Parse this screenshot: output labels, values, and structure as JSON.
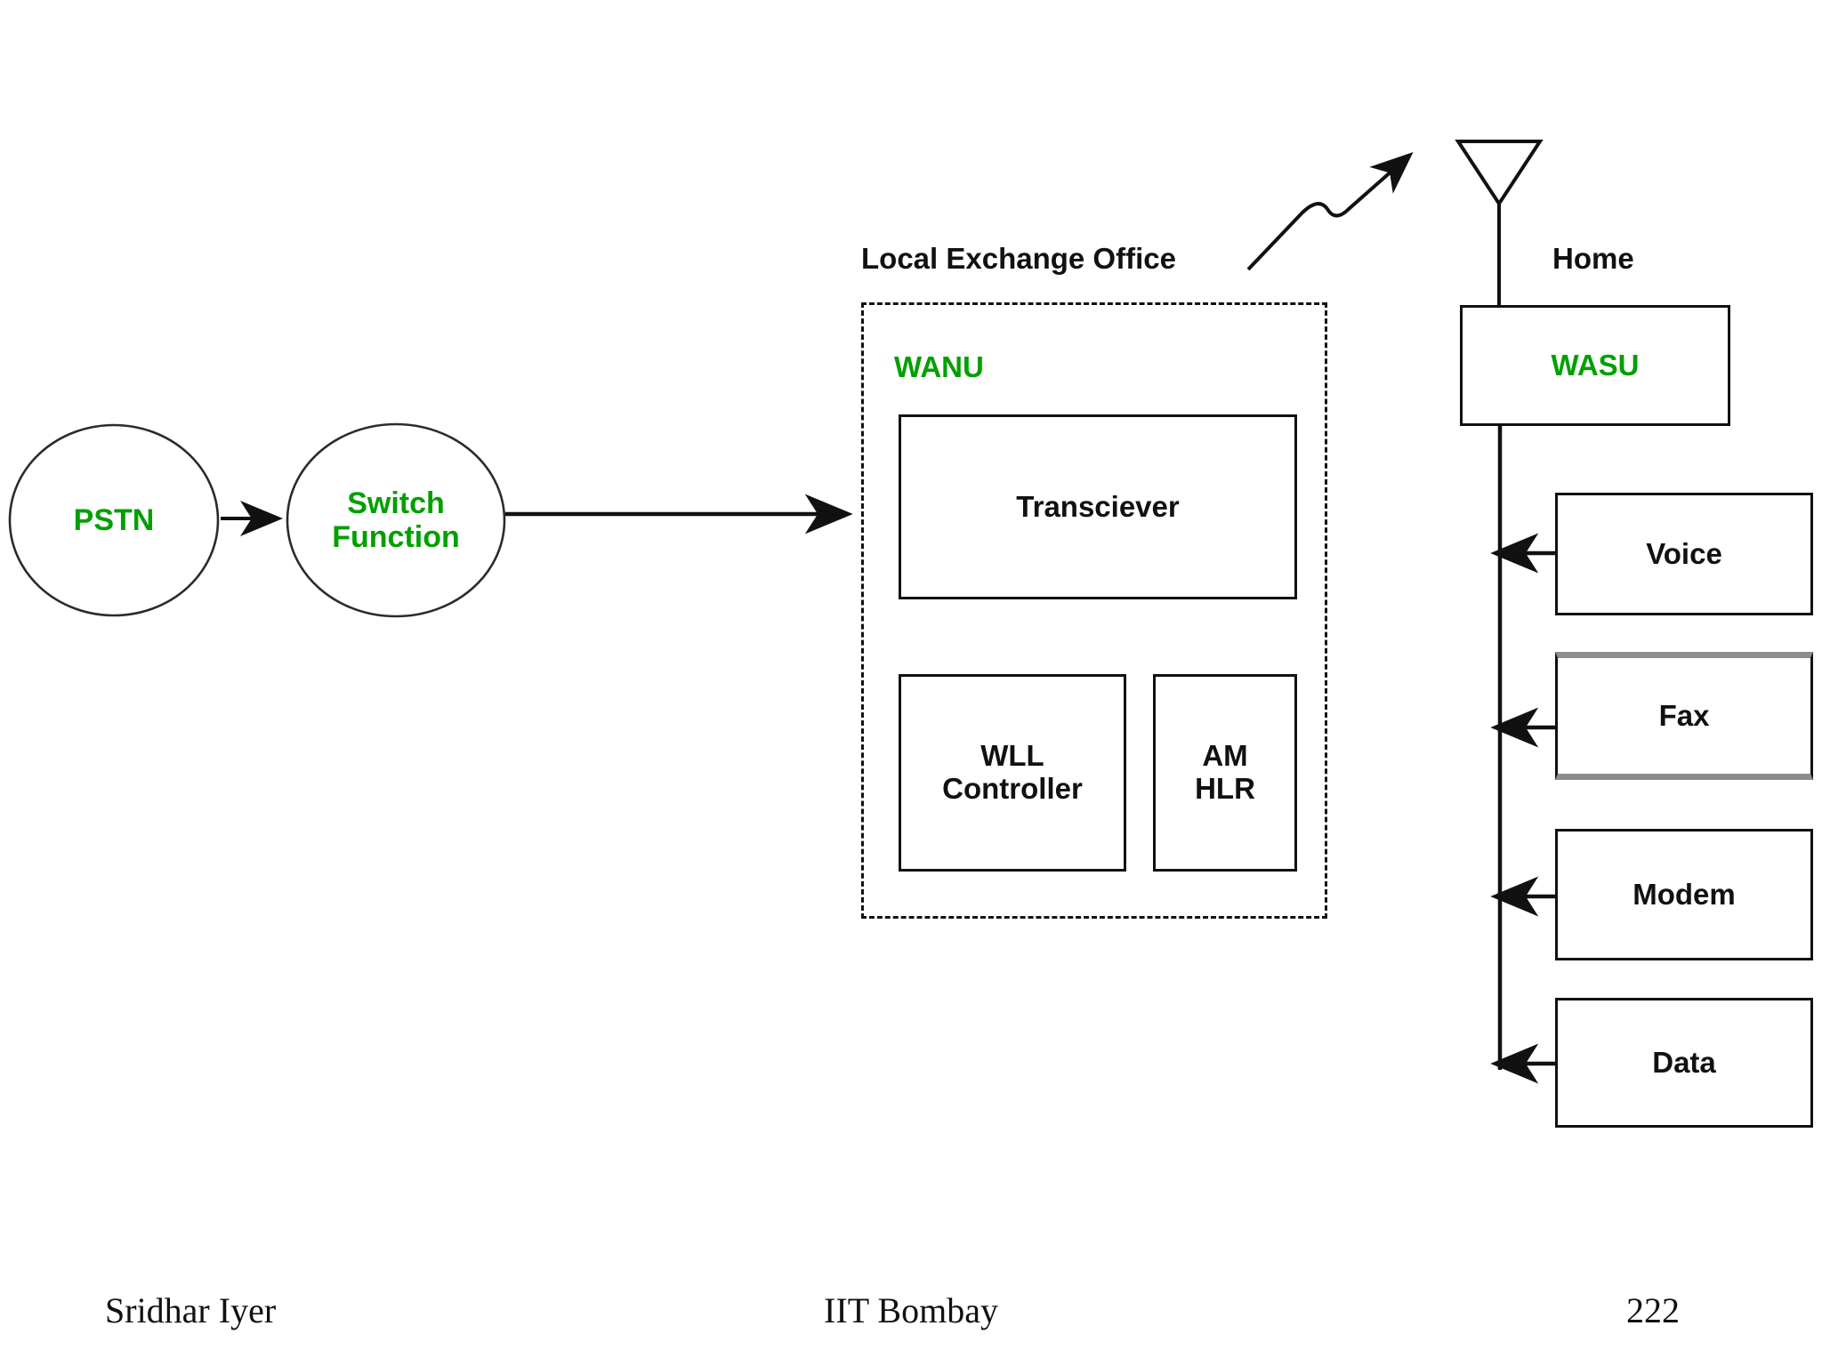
{
  "diagram": {
    "title_labels": {
      "local_exchange_office": "Local Exchange Office",
      "home": "Home"
    },
    "nodes": {
      "pstn": "PSTN",
      "switch_function": "Switch\nFunction",
      "wanu": "WANU",
      "transciever": "Transciever",
      "wll_controller": "WLL\nController",
      "am_hlr": "AM\nHLR",
      "wasu": "WASU",
      "voice": "Voice",
      "fax": "Fax",
      "modem": "Modem",
      "data": "Data"
    },
    "colors": {
      "accent_green": "#00A000",
      "line_black": "#111111",
      "fax_band_gray": "#8C8C8C"
    },
    "connections": [
      {
        "name": "pstn-to-switch",
        "kind": "arrow",
        "from": "PSTN",
        "to": "Switch Function"
      },
      {
        "name": "switch-to-wanu",
        "kind": "arrow",
        "from": "Switch Function",
        "to": "Local Exchange Office"
      },
      {
        "name": "wanu-to-antenna",
        "kind": "wireless-wavy-arrow",
        "from": "Local Exchange Office",
        "to": "Antenna"
      },
      {
        "name": "antenna-to-wasu",
        "kind": "line",
        "from": "Antenna",
        "to": "WASU"
      },
      {
        "name": "voice-to-bus",
        "kind": "arrow",
        "from": "Voice",
        "to": "WASU bus"
      },
      {
        "name": "fax-to-bus",
        "kind": "arrow",
        "from": "Fax",
        "to": "WASU bus"
      },
      {
        "name": "modem-to-bus",
        "kind": "arrow",
        "from": "Modem",
        "to": "WASU bus"
      },
      {
        "name": "data-to-bus",
        "kind": "arrow",
        "from": "Data",
        "to": "WASU bus"
      }
    ],
    "icons": {
      "antenna": "antenna-icon"
    }
  },
  "footer": {
    "author": "Sridhar Iyer",
    "institution": "IIT Bombay",
    "page_number": "222"
  }
}
